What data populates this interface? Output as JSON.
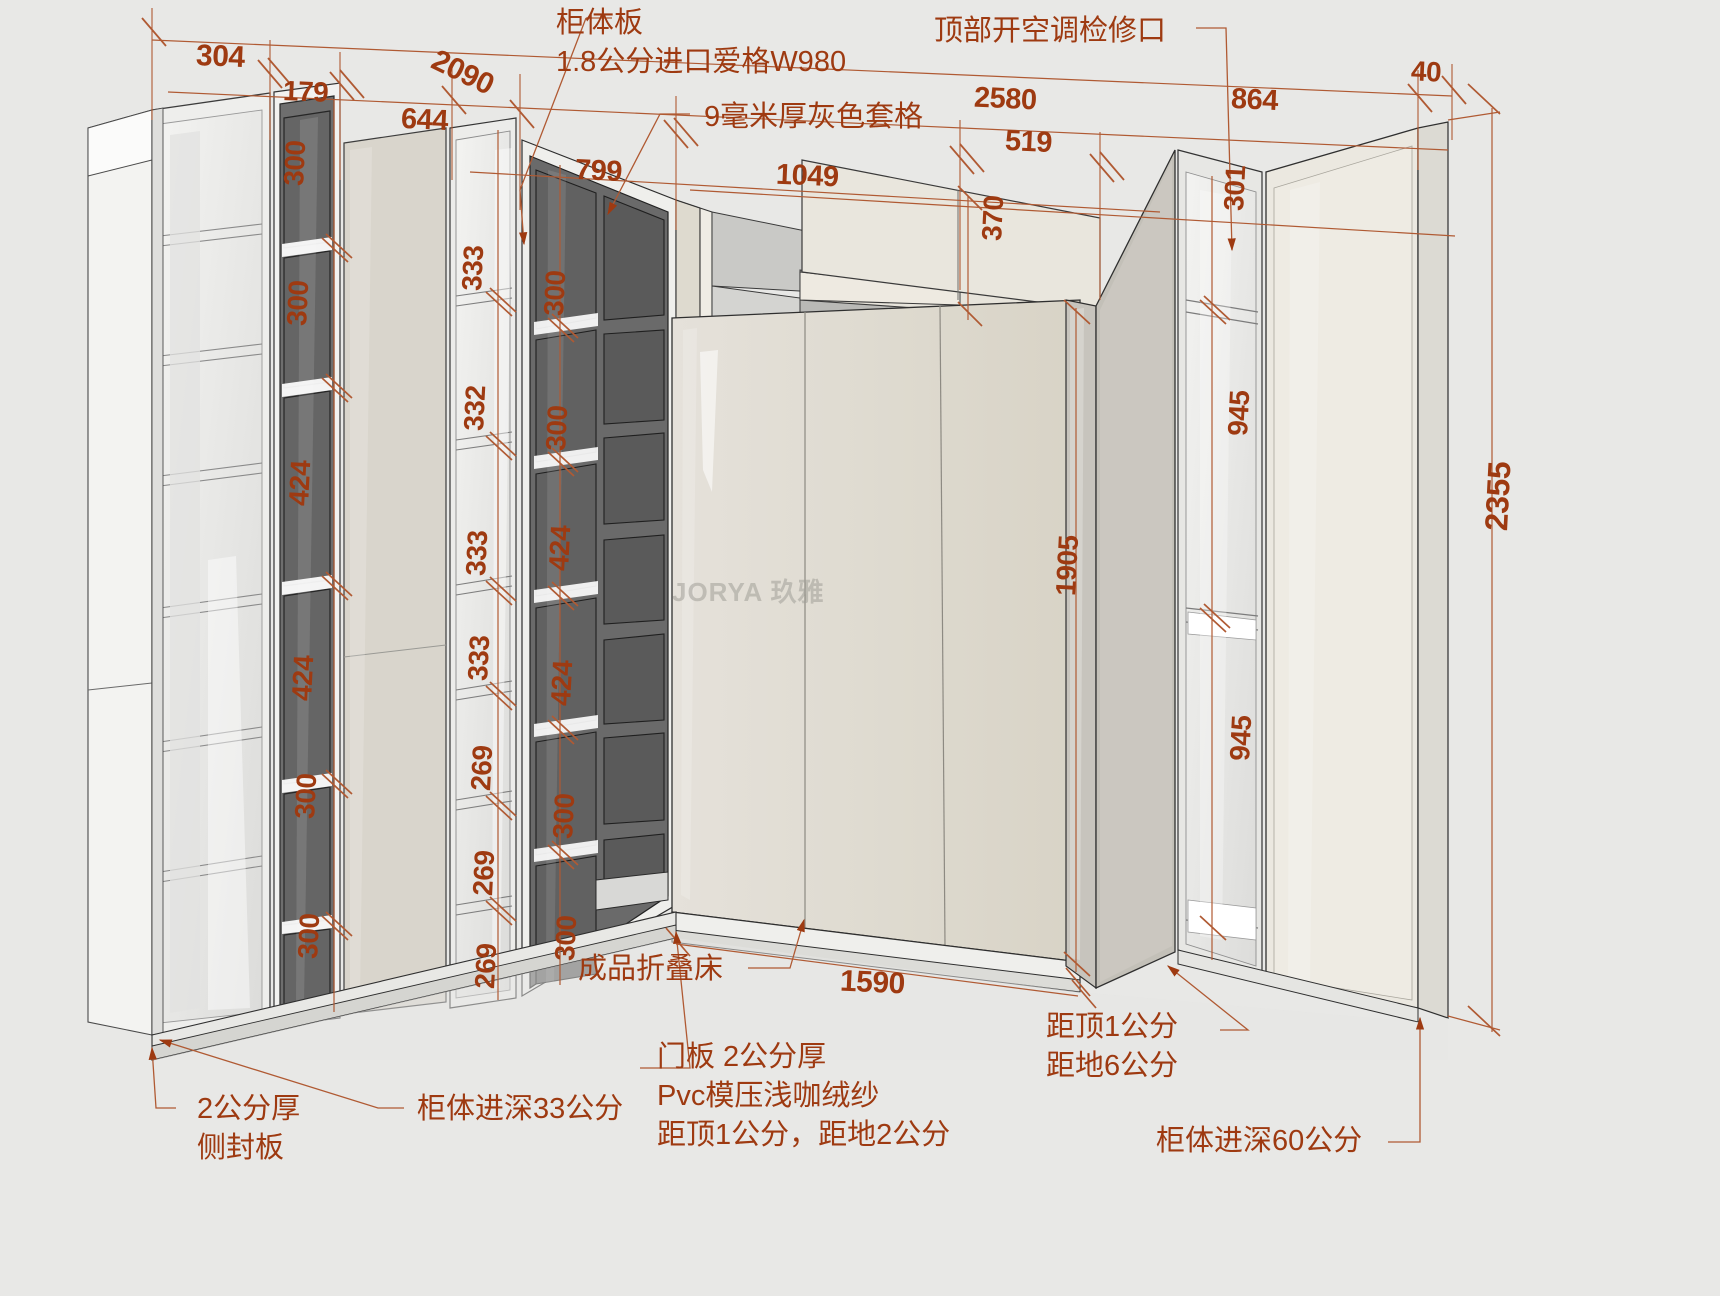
{
  "meta": {
    "title": "衣柜立面设计图",
    "watermark": "JORYA 玖雅",
    "dim_color": "#9e3a11",
    "leader_color": "#b05a33",
    "background_color": "#e8e8e6"
  },
  "notes": [
    {
      "id": "cabinet-board",
      "lines": [
        "柜体板",
        "1.8公分进口爱格W980"
      ]
    },
    {
      "id": "grey-grid",
      "lines": [
        "9毫米厚灰色套格"
      ]
    },
    {
      "id": "ac-access",
      "lines": [
        "顶部开空调检修口"
      ]
    },
    {
      "id": "folding-bed",
      "lines": [
        "成品折叠床"
      ]
    },
    {
      "id": "side-panel",
      "lines": [
        "2公分厚",
        "侧封板"
      ]
    },
    {
      "id": "depth-33",
      "lines": [
        "柜体进深33公分"
      ]
    },
    {
      "id": "door-panel",
      "lines": [
        "门板 2公分厚",
        "Pvc模压浅咖绒纱",
        "距顶1公分，距地2公分"
      ]
    },
    {
      "id": "gap-note",
      "lines": [
        "距顶1公分",
        "距地6公分"
      ]
    },
    {
      "id": "depth-60",
      "lines": [
        "柜体进深60公分"
      ]
    }
  ],
  "dimensions": {
    "top_row": [
      {
        "id": "dim-304",
        "value": "304"
      },
      {
        "id": "dim-179",
        "value": "179"
      },
      {
        "id": "dim-2090",
        "value": "2090"
      },
      {
        "id": "dim-644",
        "value": "644"
      },
      {
        "id": "dim-799",
        "value": "799"
      },
      {
        "id": "dim-1049",
        "value": "1049"
      },
      {
        "id": "dim-2580",
        "value": "2580"
      },
      {
        "id": "dim-519",
        "value": "519"
      },
      {
        "id": "dim-864",
        "value": "864"
      },
      {
        "id": "dim-40",
        "value": "40"
      }
    ],
    "left_column_grid": [
      {
        "id": "dim-l-300a",
        "value": "300"
      },
      {
        "id": "dim-l-300b",
        "value": "300"
      },
      {
        "id": "dim-l-424a",
        "value": "424"
      },
      {
        "id": "dim-l-424b",
        "value": "424"
      },
      {
        "id": "dim-l-300c",
        "value": "300"
      },
      {
        "id": "dim-l-300d",
        "value": "300"
      }
    ],
    "middle_column_shelves": [
      {
        "id": "dim-m-333a",
        "value": "333"
      },
      {
        "id": "dim-m-332",
        "value": "332"
      },
      {
        "id": "dim-m-333b",
        "value": "333"
      },
      {
        "id": "dim-m-333c",
        "value": "333"
      },
      {
        "id": "dim-m-269a",
        "value": "269"
      },
      {
        "id": "dim-m-269b",
        "value": "269"
      },
      {
        "id": "dim-m-269c",
        "value": "269"
      }
    ],
    "right_column_grid": [
      {
        "id": "dim-r-300a",
        "value": "300"
      },
      {
        "id": "dim-r-300b",
        "value": "300"
      },
      {
        "id": "dim-r-424a",
        "value": "424"
      },
      {
        "id": "dim-r-424b",
        "value": "424"
      },
      {
        "id": "dim-r-300c",
        "value": "300"
      },
      {
        "id": "dim-r-300d",
        "value": "300"
      }
    ],
    "right_side": [
      {
        "id": "dim-370",
        "value": "370"
      },
      {
        "id": "dim-301",
        "value": "301"
      },
      {
        "id": "dim-945a",
        "value": "945"
      },
      {
        "id": "dim-945b",
        "value": "945"
      },
      {
        "id": "dim-1905",
        "value": "1905"
      },
      {
        "id": "dim-2355",
        "value": "2355"
      }
    ],
    "bottom": [
      {
        "id": "dim-1590",
        "value": "1590"
      }
    ]
  }
}
